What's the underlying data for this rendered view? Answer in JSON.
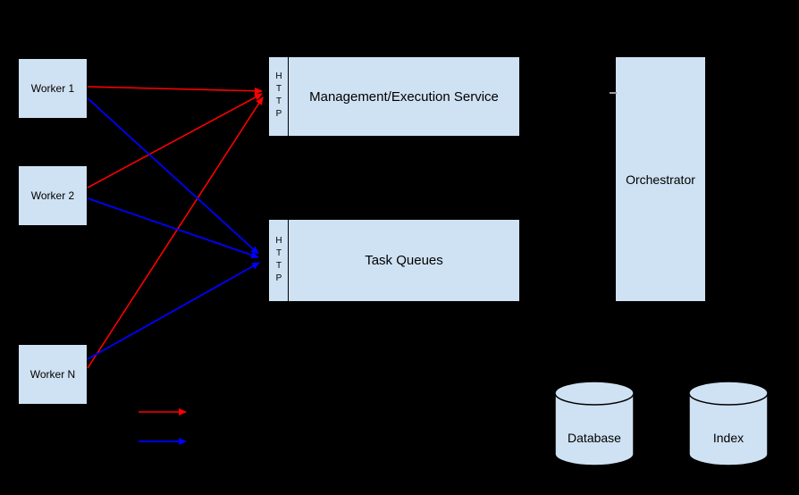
{
  "diagram": {
    "background_color": "#000000",
    "node_fill_color": "#cfe2f3",
    "node_border_color": "#000000",
    "workers": [
      {
        "label": "Worker 1"
      },
      {
        "label": "Worker 2"
      },
      {
        "label": "Worker N"
      }
    ],
    "services": [
      {
        "label": "Management/Execution Service",
        "port": "HTTP"
      },
      {
        "label": "Task Queues",
        "port": "HTTP"
      }
    ],
    "orchestrator": {
      "label": "Orchestrator"
    },
    "datastores": [
      {
        "label": "Database"
      },
      {
        "label": "Index"
      }
    ],
    "legend": {
      "red": "#ff0000",
      "blue": "#0000ff"
    }
  }
}
